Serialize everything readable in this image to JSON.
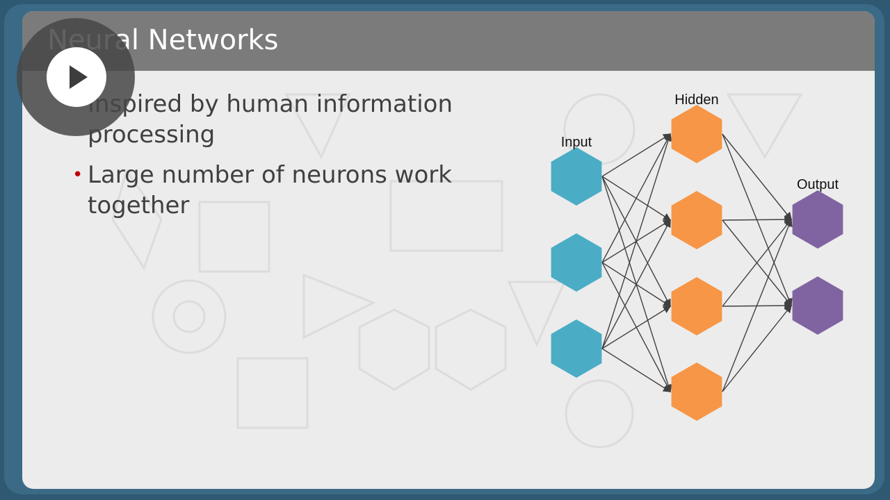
{
  "slide": {
    "title": "Neural Networks",
    "bullets": [
      "Inspired by human information processing",
      "Large number of neurons work together"
    ]
  },
  "diagram": {
    "layers": [
      {
        "label": "Input",
        "count": 3,
        "color": "#4bacc6"
      },
      {
        "label": "Hidden",
        "count": 4,
        "color": "#f79646"
      },
      {
        "label": "Output",
        "count": 2,
        "color": "#8064a2"
      }
    ]
  },
  "player": {
    "play_icon": "play-icon"
  }
}
